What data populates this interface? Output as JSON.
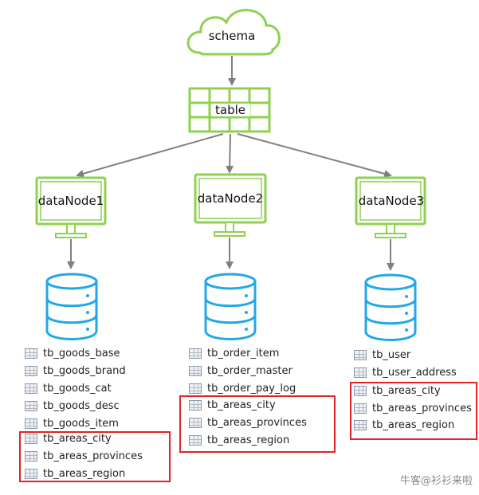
{
  "schema": {
    "label": "schema"
  },
  "table": {
    "label": "table"
  },
  "nodes": [
    {
      "label": "dataNode1",
      "tables": [
        "tb_goods_base",
        "tb_goods_brand",
        "tb_goods_cat",
        "tb_goods_desc",
        "tb_goods_item",
        "tb_areas_city",
        "tb_areas_provinces",
        "tb_areas_region"
      ]
    },
    {
      "label": "dataNode2",
      "tables": [
        "tb_order_item",
        "tb_order_master",
        "tb_order_pay_log",
        "tb_areas_city",
        "tb_areas_provinces",
        "tb_areas_region"
      ]
    },
    {
      "label": "dataNode3",
      "tables": [
        "tb_user",
        "tb_user_address",
        "tb_areas_city",
        "tb_areas_provinces",
        "tb_areas_region"
      ]
    }
  ],
  "colors": {
    "green": "#8fd14f",
    "blue": "#22a7e8",
    "arrow": "#808080",
    "highlight": "#e02424"
  },
  "watermark": "牛客@衫衫来啦"
}
